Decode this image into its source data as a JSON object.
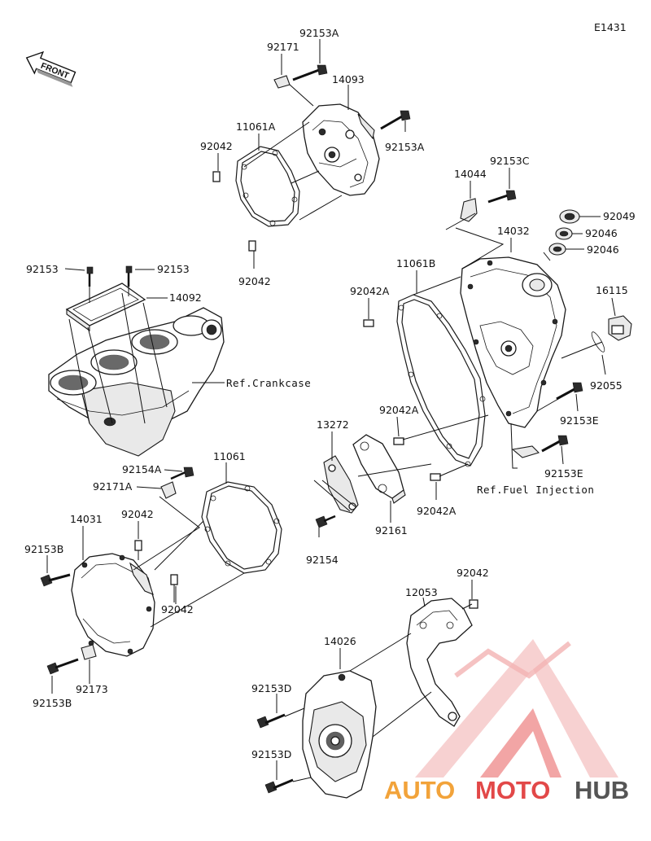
{
  "diagram_code": "E1431",
  "front_label": "FRONT",
  "colors": {
    "line": "#111111",
    "wm_red": "#e03a3a",
    "wm_pink": "#f2b3b3",
    "wm_orange": "#f2a33a",
    "wm_dark": "#5a5a5a"
  },
  "labels": {
    "l92153A_top": "92153A",
    "l92171": "92171",
    "l14093": "14093",
    "l11061A": "11061A",
    "l92042_a": "92042",
    "l92153A_right": "92153A",
    "l92042_b": "92042",
    "l92153_left": "92153",
    "l92153_right": "92153",
    "l14092": "14092",
    "l14044": "14044",
    "l92153C": "92153C",
    "l14032": "14032",
    "l92049": "92049",
    "l92046_a": "92046",
    "l92046_b": "92046",
    "l11061B": "11061B",
    "l92042A_a": "92042A",
    "l16115": "16115",
    "l92055": "92055",
    "l92042A_b": "92042A",
    "l92153E_a": "92153E",
    "l13272": "13272",
    "l92153E_b": "92153E",
    "l92042A_c": "92042A",
    "l92161": "92161",
    "l92154": "92154",
    "l92154A": "92154A",
    "l92171A": "92171A",
    "l11061": "11061",
    "l14031": "14031",
    "l92042_c": "92042",
    "l92153B_a": "92153B",
    "l92042_d": "92042",
    "l92173": "92173",
    "l92153B_b": "92153B",
    "l92042_e": "92042",
    "l12053": "12053",
    "l14026": "14026",
    "l92153D_a": "92153D",
    "l92153D_b": "92153D"
  },
  "refs": {
    "crankcase": "Ref.Crankcase",
    "fuel_injection": "Ref.Fuel Injection"
  },
  "watermark": {
    "auto": "AUTO",
    "moto": "MOTO",
    "hub": "HUB"
  }
}
